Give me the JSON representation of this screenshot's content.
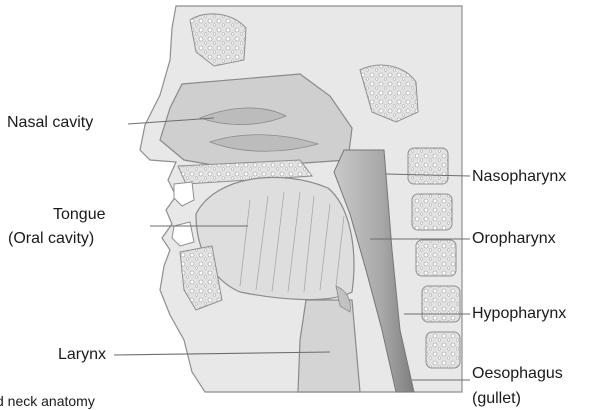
{
  "labels": {
    "nasal_cavity": "Nasal cavity",
    "tongue_line1": "Tongue",
    "tongue_line2": "(Oral cavity)",
    "larynx": "Larynx",
    "nasopharynx": "Nasopharynx",
    "oropharynx": "Oropharynx",
    "hypopharynx": "Hypopharynx",
    "oesophagus_line1": "Oesophagus",
    "oesophagus_line2": "(gullet)"
  },
  "caption": "d neck anatomy",
  "colors": {
    "skin": "#e6e6e6",
    "outline": "#8f8f8f",
    "bone": "#dcdcdc",
    "airway": "#bdbdbd",
    "airway_dark": "#8a8a8a",
    "leader": "#6e6e6e",
    "text": "#1a1a1a"
  }
}
